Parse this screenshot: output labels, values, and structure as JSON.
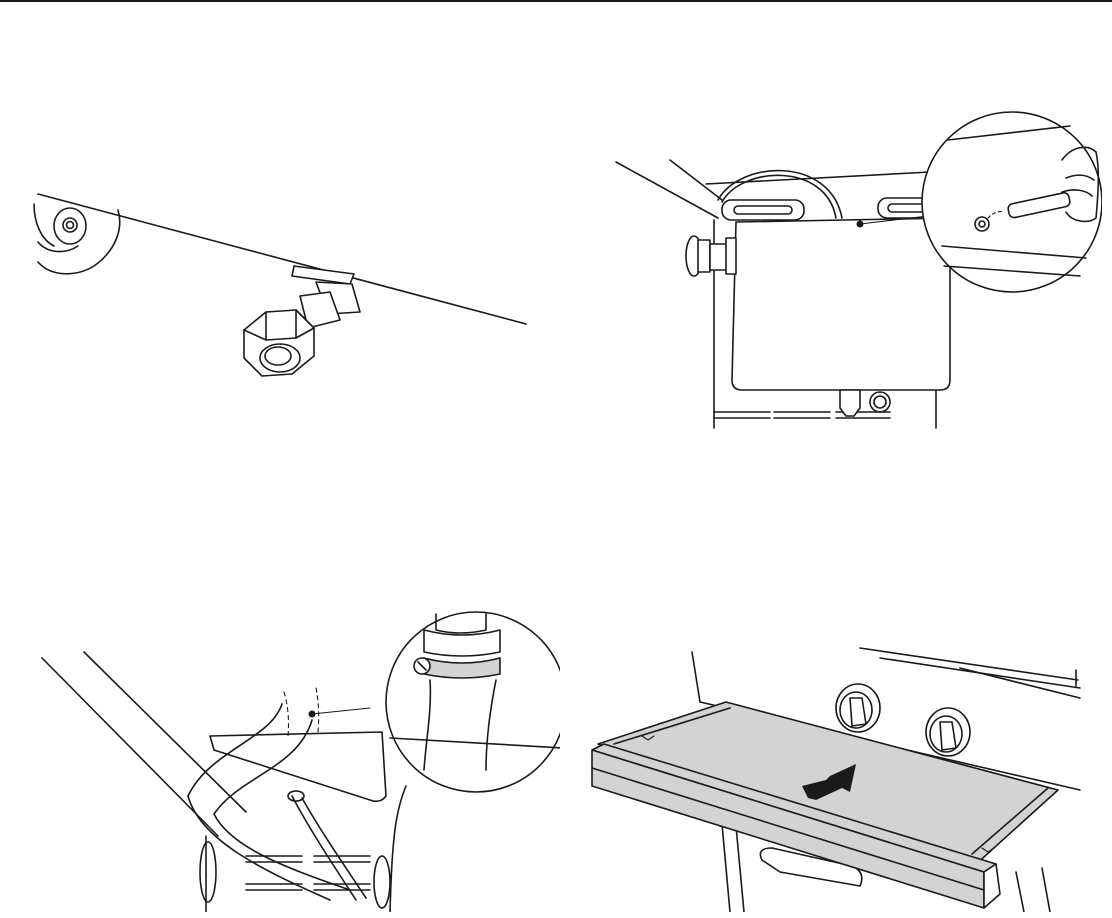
{
  "page": {
    "background": "#ffffff",
    "line_color": "#1a1a1a",
    "tray_fill": "#d3d3d3"
  },
  "panels": [
    {
      "id": "panel-1",
      "depicts": "hose-fitting-under-cart-icon"
    },
    {
      "id": "panel-2",
      "depicts": "regulator-vent-cleaning-icon"
    },
    {
      "id": "panel-3",
      "depicts": "hose-clamp-detail-icon"
    },
    {
      "id": "panel-4",
      "depicts": "drip-tray-insert-arrow-icon"
    }
  ]
}
